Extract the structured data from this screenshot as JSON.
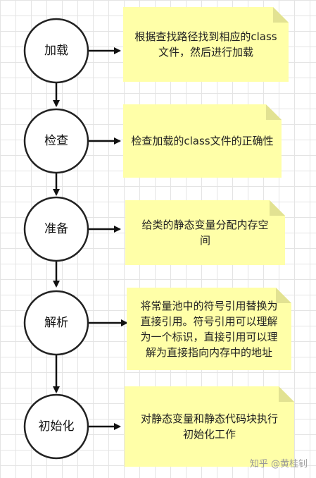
{
  "steps": [
    {
      "label": "加载",
      "note": "根据查找路径找到相应的class文件，然后进行加载"
    },
    {
      "label": "检查",
      "note": "检查加载的class文件的正确性"
    },
    {
      "label": "准备",
      "note": "给类的静态变量分配内存空间"
    },
    {
      "label": "解析",
      "note": "将常量池中的符号引用替换为直接引用。符号引用可以理解为一个标识，直接引用可以理解为直接指向内存中的地址"
    },
    {
      "label": "初始化",
      "note": "对静态变量和静态代码块执行初始化工作"
    }
  ],
  "watermark": "知乎 @黄桂钊",
  "colors": {
    "note_fill": "#ffffa8",
    "circle_stroke": "#222222",
    "arrow": "#111111"
  }
}
